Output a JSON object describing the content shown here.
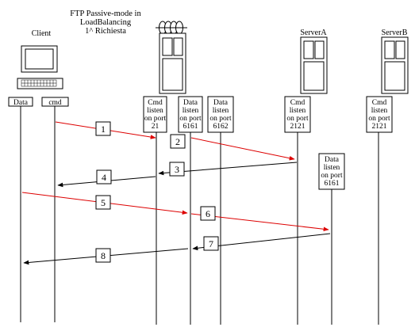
{
  "title": {
    "line1": "FTP Passive-mode in",
    "line2": "LoadBalancing",
    "line3": "1^ Richiesta"
  },
  "nodes": {
    "client": "Client",
    "server_a": "ServerA",
    "server_b": "ServerB"
  },
  "client_ports": {
    "data": "Data",
    "cmd": "cmd"
  },
  "port_boxes": {
    "lb_cmd": [
      "Cmd",
      "listen",
      "on port",
      "21"
    ],
    "lb_data_1": [
      "Data",
      "listen",
      "on port",
      "6161"
    ],
    "lb_data_2": [
      "Data",
      "listen",
      "on port",
      "6162"
    ],
    "sa_cmd": [
      "Cmd",
      "listen",
      "on port",
      "2121"
    ],
    "sa_data": [
      "Data",
      "listen",
      "on port",
      "6161"
    ],
    "sb_cmd": [
      "Cmd",
      "listen",
      "on port",
      "2121"
    ]
  },
  "steps": [
    "1",
    "2",
    "3",
    "4",
    "5",
    "6",
    "7",
    "8"
  ],
  "colors": {
    "request_arrow": "#dd0000",
    "response_arrow": "#000000"
  },
  "icons": {
    "client": "computer-icon",
    "load_balancer": "load-balancer-server-icon",
    "server_a": "server-tower-icon",
    "server_b": "server-tower-icon"
  }
}
